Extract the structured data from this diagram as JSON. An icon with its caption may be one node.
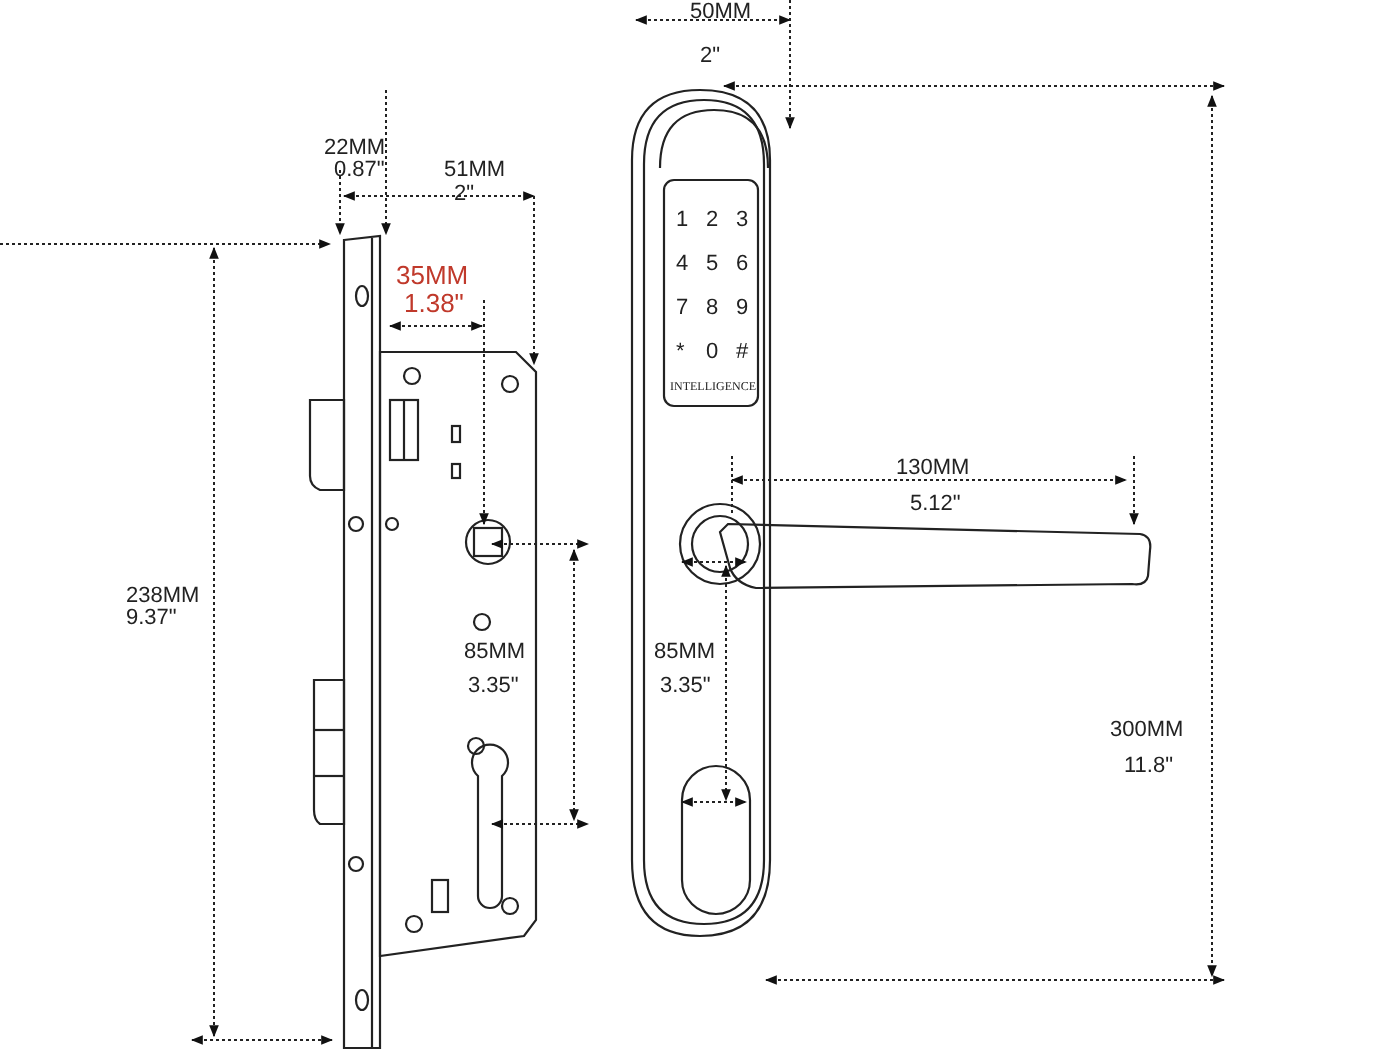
{
  "diagram": {
    "labels": [
      "50MM",
      "2\"",
      "22MM",
      "0.87\"",
      "51MM",
      "2\"",
      "35MM",
      "1.38\"",
      "1",
      "2",
      "3",
      "4",
      "5",
      "6",
      "7",
      "8",
      "9",
      "*",
      "0",
      "#",
      "INTELLIGENCE",
      "130MM",
      "5.12\"",
      "238MM",
      "9.37\"",
      "85MM",
      "3.35\"",
      "85MM",
      "3.35\"",
      "300MM",
      "11.8\""
    ]
  }
}
